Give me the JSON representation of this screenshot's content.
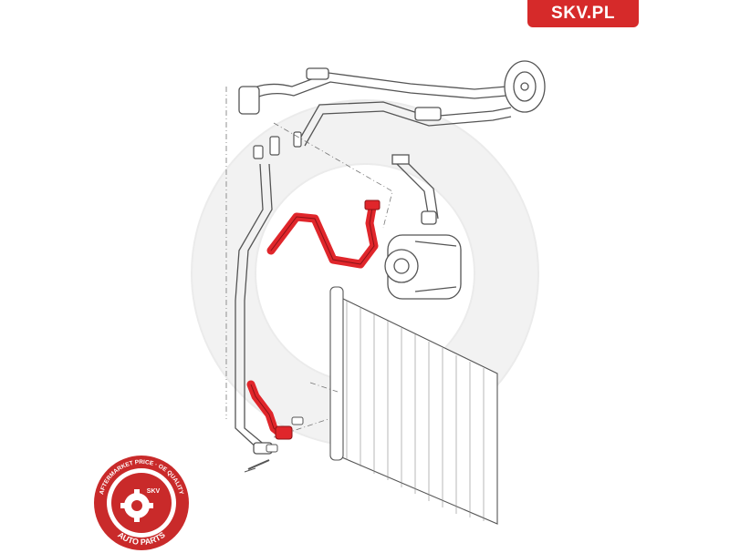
{
  "brand": {
    "label": "SKV.PL",
    "color": "#d62a2a"
  },
  "seal": {
    "top_text": "AFTERMARKET PRICE · OE QUALITY",
    "center_text": "SKV",
    "bottom_text": "AUTO PARTS",
    "ring_color": "#c92a2a",
    "inner_color": "#ffffff",
    "gear_icon": "gear-icon"
  },
  "diagram": {
    "highlight_color": "#e0262b",
    "line_color": "#555555",
    "watermark_color": "#f2f2f2"
  }
}
